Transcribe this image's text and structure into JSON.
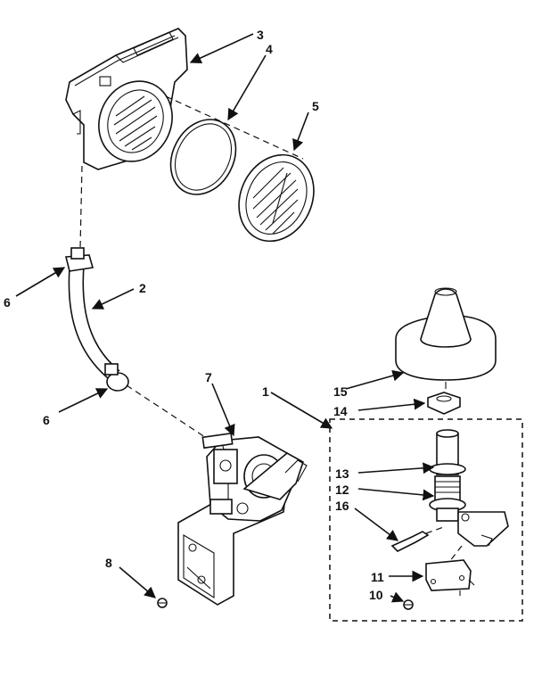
{
  "callouts": {
    "c1": "1",
    "c2": "2",
    "c3": "3",
    "c4": "4",
    "c5": "5",
    "c6a": "6",
    "c6b": "6",
    "c7": "7",
    "c8": "8",
    "c10": "10",
    "c11": "11",
    "c12": "12",
    "c13": "13",
    "c14": "14",
    "c15": "15",
    "c16": "16"
  }
}
